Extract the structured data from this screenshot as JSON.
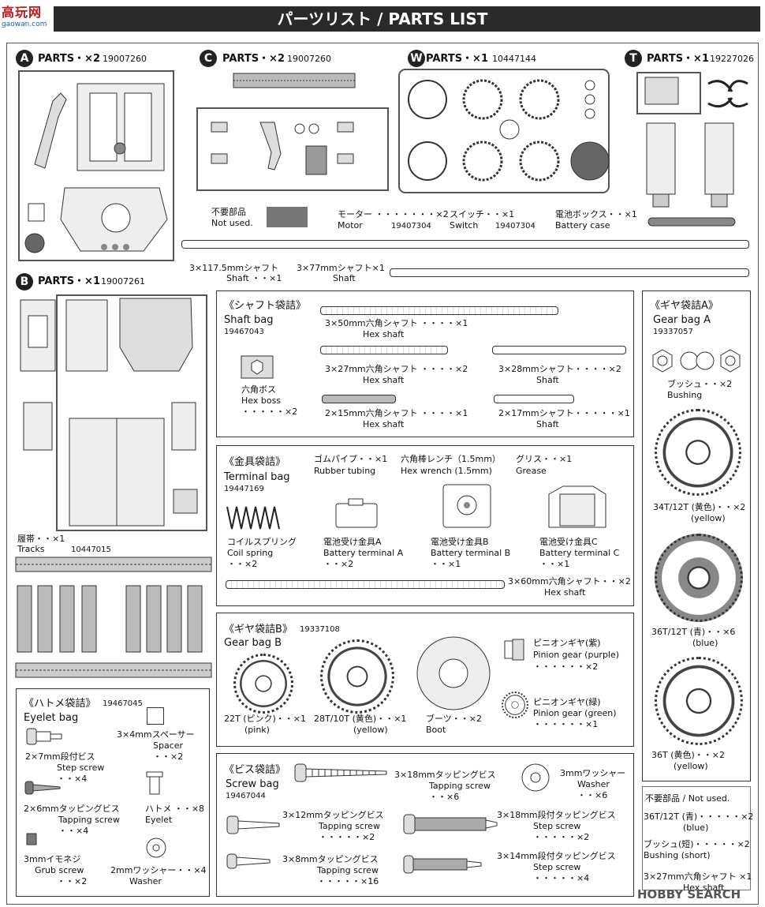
{
  "header": {
    "title": "パーツリスト / PARTS LIST",
    "logo_name": "高玩网",
    "logo_url": "gaowan.com"
  },
  "sprues": {
    "A": {
      "letter": "A",
      "label": "PARTS・×2",
      "code": "19007260"
    },
    "C": {
      "letter": "C",
      "label": "PARTS・×2",
      "code": "19007260"
    },
    "W": {
      "letter": "W",
      "label": "PARTS・×1",
      "code": "10447144"
    },
    "T": {
      "letter": "T",
      "label": "PARTS・×1",
      "code": "19227026"
    },
    "B": {
      "letter": "B",
      "label": "PARTS・×1",
      "code": "19007261"
    }
  },
  "unused_top": {
    "jp": "不要部品",
    "en": "Not used."
  },
  "motor": {
    "jp": "モーター ・・・・・・・×2",
    "en": "Motor",
    "code": "19407304"
  },
  "switch": {
    "jp": "スイッチ・・×1",
    "en": "Switch",
    "code": "19407304"
  },
  "battery_case": {
    "jp": "電池ボックス・・×1",
    "en": "Battery case"
  },
  "shaft_1175": {
    "jp": "3×117.5mmシャフト",
    "en": "Shaft ・・×1"
  },
  "shaft_77": {
    "jp": "3×77mmシャフト×1",
    "en": "Shaft"
  },
  "tracks": {
    "jp": "履帯・・×1",
    "en": "Tracks",
    "code": "10447015"
  },
  "shaft_bag": {
    "title_jp": "《シャフト袋詰》",
    "title_en": "Shaft bag",
    "code": "19467043",
    "hex50": {
      "jp": "3×50mm六角シャフト ・・・・×1",
      "en": "Hex shaft"
    },
    "hex27": {
      "jp": "3×27mm六角シャフト ・・・・×2",
      "en": "Hex shaft"
    },
    "s28": {
      "jp": "3×28mmシャフト・・・・×2",
      "en": "Shaft"
    },
    "hex15": {
      "jp": "2×15mm六角シャフト ・・・・×1",
      "en": "Hex shaft"
    },
    "s17": {
      "jp": "2×17mmシャフト・・・・・×1",
      "en": "Shaft"
    },
    "boss": {
      "jp": "六角ボス",
      "en": "Hex boss",
      "qty": "・・・・・×2"
    }
  },
  "terminal_bag": {
    "title_jp": "《金具袋詰》",
    "title_en": "Terminal bag",
    "code": "19447169",
    "rubber": {
      "jp": "ゴムパイプ・・×1",
      "en": "Rubber tubing"
    },
    "wrench": {
      "jp": "六角棒レンチ（1.5mm）",
      "en": "Hex wrench (1.5mm)"
    },
    "grease": {
      "jp": "グリス・・×1",
      "en": "Grease"
    },
    "coil": {
      "jp": "コイルスプリング",
      "en": "Coil spring",
      "qty": "・・×2"
    },
    "termA": {
      "jp": "電池受け金具A",
      "en": "Battery terminal A",
      "qty": "・・×2"
    },
    "termB": {
      "jp": "電池受け金具B",
      "en": "Battery terminal B",
      "qty": "・・×1"
    },
    "termC": {
      "jp": "電池受け金具C",
      "en": "Battery terminal C",
      "qty": "・・×1"
    },
    "hex60": {
      "jp": "3×60mm六角シャフト・・×2",
      "en": "Hex shaft"
    }
  },
  "gear_bag_a": {
    "title_jp": "《ギヤ袋詰A》",
    "title_en": "Gear bag A",
    "code": "19337057",
    "bushing": {
      "jp": "ブッシュ・・×2",
      "en": "Bushing"
    },
    "g34": {
      "jp": "34T/12T (黄色)・・×2",
      "en": "(yellow)"
    },
    "g36": {
      "jp": "36T/12T (青)・・×6",
      "en": "(blue)"
    },
    "g36t": {
      "jp": "36T (黄色)・・×2",
      "en": "(yellow)"
    }
  },
  "gear_bag_b": {
    "title_jp": "《ギヤ袋詰B》",
    "code": "19337108",
    "title_en": "Gear bag B",
    "g22": {
      "jp": "22T (ピンク)・・×1",
      "en": "(pink)"
    },
    "g28": {
      "jp": "28T/10T (黄色)・・×1",
      "en": "(yellow)"
    },
    "boot": {
      "jp": "ブーツ・・×2",
      "en": "Boot"
    },
    "pinion_purple": {
      "jp": "ピニオンギヤ(紫)",
      "en": "Pinion gear  (purple)",
      "qty": "・・・・・・×2"
    },
    "pinion_green": {
      "jp": "ピニオンギヤ(緑)",
      "en": "Pinion gear (green)",
      "qty": "・・・・・・×1"
    }
  },
  "eyelet_bag": {
    "title_jp": "《ハトメ袋詰》",
    "code": "19467045",
    "title_en": "Eyelet bag",
    "step27": {
      "jp": "2×7mm段付ビス",
      "en": "Step screw",
      "qty": "・・×4"
    },
    "spacer": {
      "jp": "3×4mmスペーサー",
      "en": "Spacer",
      "qty": "・・×2"
    },
    "tap26": {
      "jp": "2×6mmタッピングビス",
      "en": "Tapping screw",
      "qty": "・・×4"
    },
    "eyelet": {
      "jp": "ハトメ ・・×8",
      "en": "Eyelet"
    },
    "grub": {
      "jp": "3mmイモネジ",
      "en": "Grub screw",
      "qty": "・・×2"
    },
    "washer2": {
      "jp": "2mmワッシャー・・×4",
      "en": "Washer"
    }
  },
  "screw_bag": {
    "title_jp": "《ビス袋詰》",
    "title_en": "Screw bag",
    "code": "19467044",
    "tap318": {
      "jp": "3×18mmタッピングビス",
      "en": "Tapping screw",
      "qty": "・・×6"
    },
    "washer3": {
      "jp": "3mmワッシャー",
      "en": "Washer",
      "qty": "・・×6"
    },
    "tap312": {
      "jp": "3×12mmタッピングビス",
      "en": "Tapping screw",
      "qty": "・・・・・×2"
    },
    "step318": {
      "jp": "3×18mm段付タッピングビス",
      "en": "Step screw",
      "qty": "・・・・・×2"
    },
    "tap38": {
      "jp": "3×8mmタッピングビス",
      "en": "Tapping screw",
      "qty": "・・・・・×16"
    },
    "step314": {
      "jp": "3×14mm段付タッピングビス",
      "en": "Step screw",
      "qty": "・・・・・×4"
    }
  },
  "unused_bottom": {
    "title": "不要部品 / Not used.",
    "l1": "36T/12T (青)・・・・・×2",
    "l1b": "(blue)",
    "l2": "ブッシュ(短)・・・・・×2",
    "l2b": "Bushing (short)",
    "l3": "3×27mm六角シャフト ×1",
    "l3b": "Hex shaft"
  },
  "watermark": "HOBBY SEARCH"
}
